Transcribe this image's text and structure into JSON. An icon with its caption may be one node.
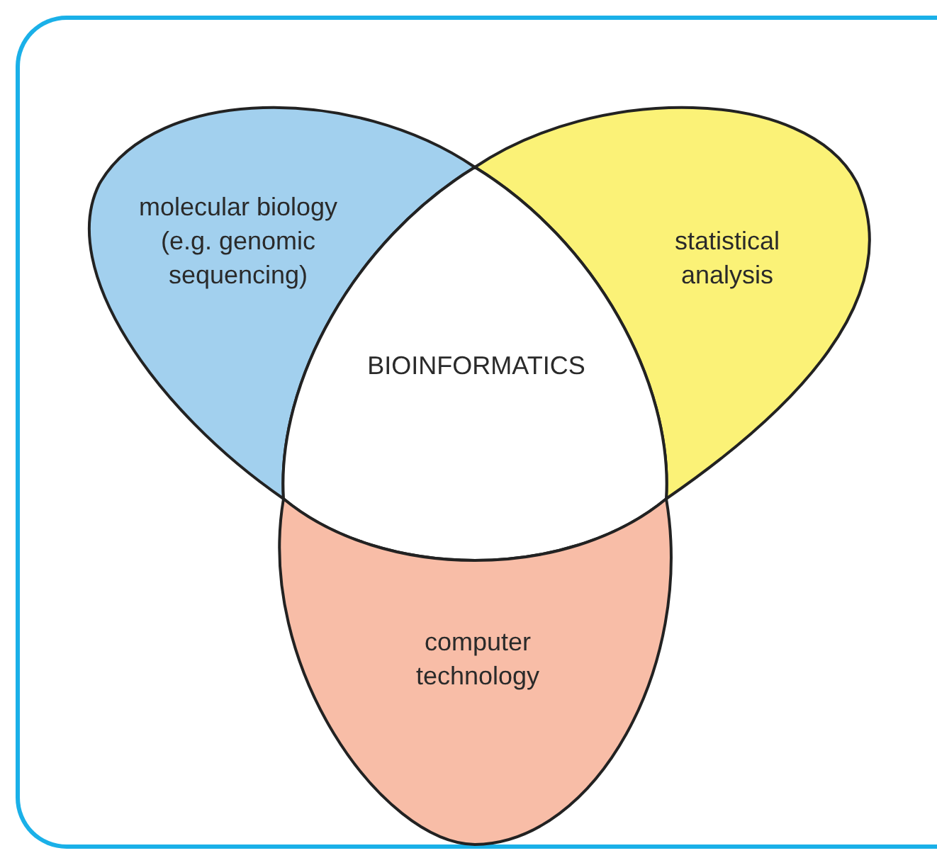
{
  "diagram": {
    "nodes": [
      {
        "text": [
          "molecular biology (e.g. genomic sequencing)"
        ]
      },
      {
        "text": [
          "statistical analysis"
        ]
      },
      {
        "text": [
          "BIOINFORMATICS"
        ]
      },
      {
        "text": [
          "computer technology"
        ]
      }
    ]
  }
}
